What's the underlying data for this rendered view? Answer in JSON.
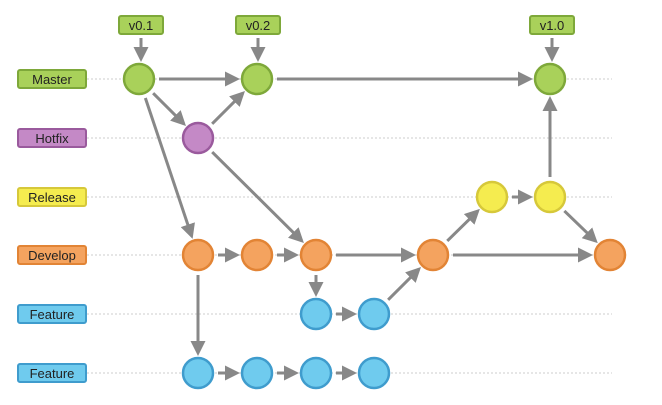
{
  "lanes": [
    {
      "id": "master",
      "label": "Master",
      "fill": "#a9d15a",
      "stroke": "#7ea83a"
    },
    {
      "id": "hotfix",
      "label": "Hotfix",
      "fill": "#c489c6",
      "stroke": "#9a5a9d"
    },
    {
      "id": "release",
      "label": "Release",
      "fill": "#f5ec4f",
      "stroke": "#d6c83a"
    },
    {
      "id": "develop",
      "label": "Develop",
      "fill": "#f4a35f",
      "stroke": "#e28435"
    },
    {
      "id": "feature1",
      "label": "Feature",
      "fill": "#6fcbee",
      "stroke": "#3f9ccd"
    },
    {
      "id": "feature2",
      "label": "Feature",
      "fill": "#6fcbee",
      "stroke": "#3f9ccd"
    }
  ],
  "tags": [
    {
      "id": "v01",
      "label": "v0.1"
    },
    {
      "id": "v02",
      "label": "v0.2"
    },
    {
      "id": "v10",
      "label": "v1.0"
    }
  ],
  "colors": {
    "arrow": "#888888",
    "guide_line": "#cccccc"
  }
}
